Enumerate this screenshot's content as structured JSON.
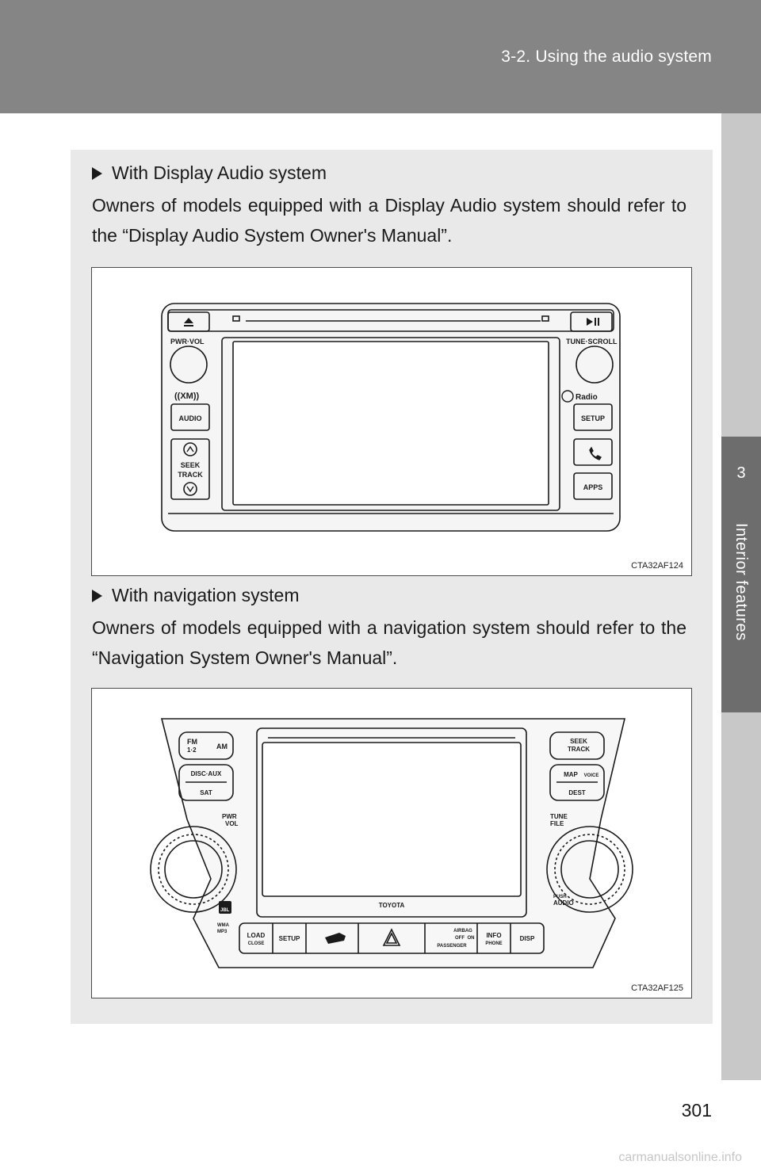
{
  "header": {
    "section": "3-2. Using the audio system"
  },
  "sidetab": {
    "number": "3",
    "label": "Interior features"
  },
  "sections": [
    {
      "heading": "With Display Audio system",
      "body": "Owners of models equipped with a Display Audio system should refer to the “Display Audio System Owner's Manual”.",
      "figure_code": "CTA32AF124",
      "unit_labels": {
        "pwr_vol": "PWR·VOL",
        "tune_scroll": "TUNE·SCROLL",
        "hd_radio": "Radio",
        "audio": "AUDIO",
        "setup": "SETUP",
        "seek": "SEEK",
        "track": "TRACK",
        "apps": "APPS"
      }
    },
    {
      "heading": "With navigation system",
      "body": "Owners of models equipped with a navigation system should refer to the “Navigation System Owner's Manual”.",
      "figure_code": "CTA32AF125",
      "unit_labels": {
        "fm": "FM",
        "fm_12": "1·2",
        "am": "AM",
        "disc_aux": "DISC·AUX",
        "sat": "SAT",
        "seek": "SEEK",
        "track": "TRACK",
        "map": "MAP",
        "voice": "VOICE",
        "dest": "DEST",
        "pwr": "PWR",
        "vol": "VOL",
        "tune": "TUNE",
        "file": "FILE",
        "push": "PUSH",
        "audio": "AUDIO",
        "toyota": "TOYOTA",
        "jbl": "JBL",
        "wma": "WMA",
        "mp3": "MP3",
        "load": "LOAD",
        "close": "CLOSE",
        "setup": "SETUP",
        "airbag": "AIRBAG",
        "off": "OFF",
        "on": "ON",
        "passenger": "PASSENGER",
        "info": "INFO",
        "phone": "PHONE",
        "disp": "DISP"
      }
    }
  ],
  "page_number": "301",
  "watermark": "carmanualsonline.info"
}
